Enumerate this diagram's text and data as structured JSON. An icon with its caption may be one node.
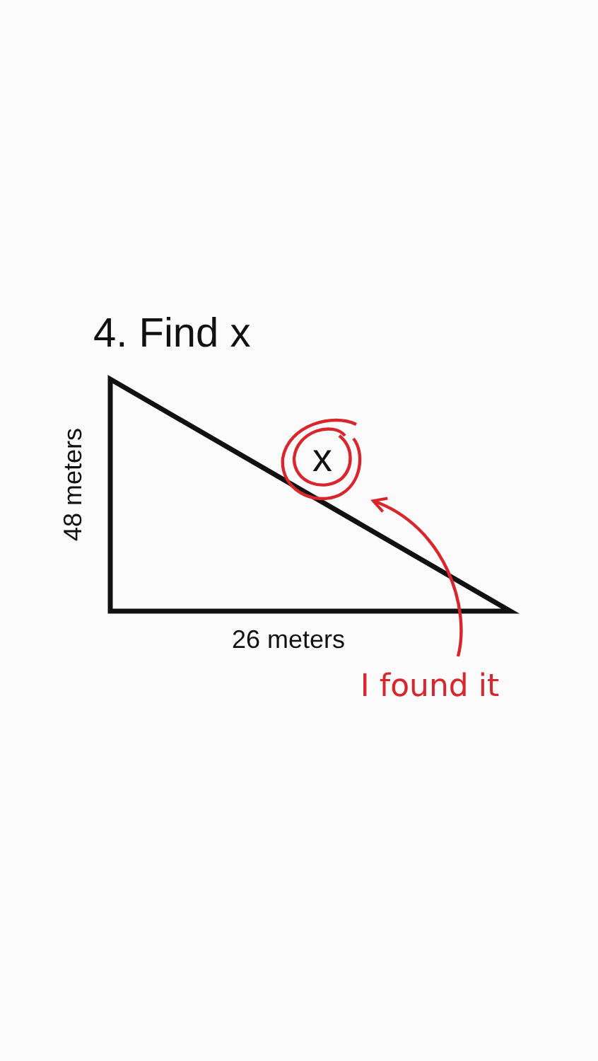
{
  "diagram": {
    "title": "4. Find x",
    "nodes": [
      {
        "text": [
          "x"
        ]
      },
      {
        "text": [
          "I found it"
        ]
      }
    ],
    "edges": [
      {
        "from": 1,
        "to": 0,
        "arrow": "to",
        "color": "#d8262c"
      }
    ],
    "labels": [
      "48 meters",
      "26 meters"
    ]
  }
}
